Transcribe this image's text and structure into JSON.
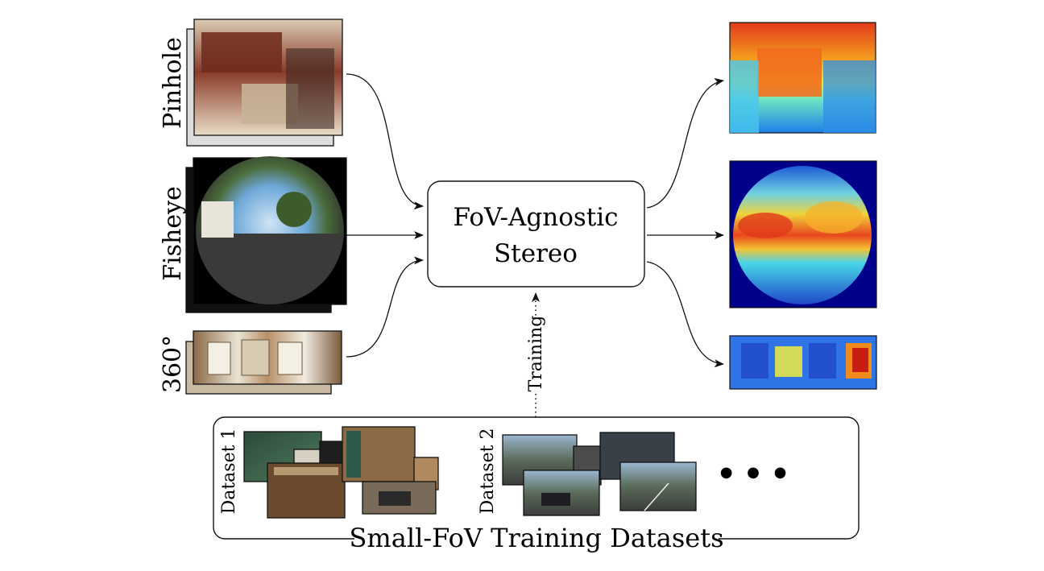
{
  "input_labels": {
    "pinhole": "Pinhole",
    "fisheye": "Fisheye",
    "panorama": "360°"
  },
  "model": {
    "line1": "FoV-Agnostic",
    "line2": "Stereo"
  },
  "training_label": "Training",
  "datasets": {
    "dataset1_label": "Dataset 1",
    "dataset2_label": "Dataset 2",
    "ellipsis": "● ● ●",
    "group_label": "Small-FoV Training Datasets"
  },
  "colors": {
    "depth_red": "#d7301f",
    "depth_orange": "#f39c12",
    "depth_yellow": "#e6e64a",
    "depth_cyan": "#2ec8e8",
    "depth_blue": "#2a5ad8",
    "depth_navy": "#00008b"
  }
}
